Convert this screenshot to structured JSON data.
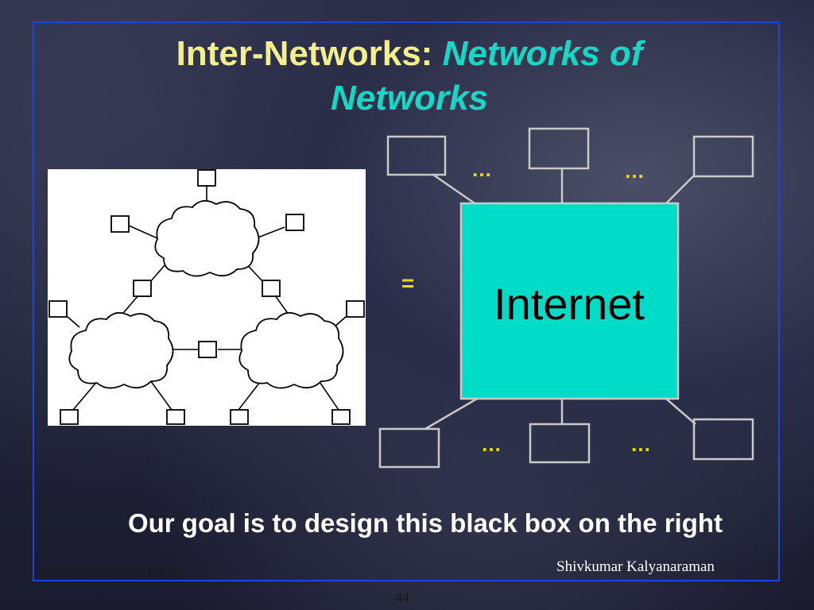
{
  "slide": {
    "title_main": "Inter-Networks: ",
    "title_emphasis": "Networks of Networks",
    "equals_sign": "=",
    "internet_label": "Internet",
    "ellipsis": "…",
    "goal_text": "Our goal is to design this black box on the right",
    "institute": "Rensselaer Polytechnic Institute",
    "author": "Shivkumar Kalyanaraman",
    "page_number": "44"
  },
  "colors": {
    "title": "#f3f08c",
    "title_emphasis": "#17d8c6",
    "frame": "#1f44d8",
    "internet_box": "#00dcc8",
    "ellipsis": "#e8e000"
  }
}
